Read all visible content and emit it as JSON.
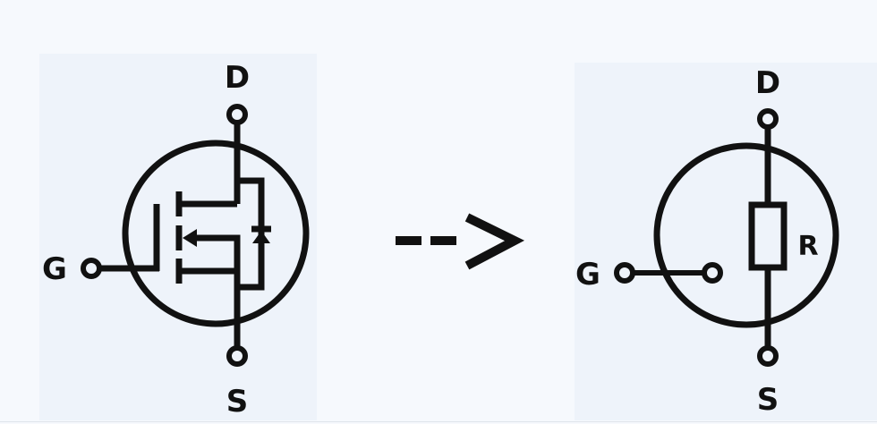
{
  "diagram": {
    "type": "schematic",
    "description": "MOSFET symbol converts to equivalent resistor model",
    "left_symbol": {
      "name": "N-channel enhancement MOSFET with body diode",
      "terminals": {
        "drain": "D",
        "gate": "G",
        "source": "S"
      }
    },
    "arrow": {
      "label": "-->"
    },
    "right_symbol": {
      "name": "MOSFET equivalent as resistor",
      "terminals": {
        "drain": "D",
        "gate": "G",
        "source": "S"
      },
      "resistor_label": "R"
    },
    "colors": {
      "stroke": "#111111",
      "background": "#f6f9fd",
      "panel": "#eef3fa"
    }
  }
}
